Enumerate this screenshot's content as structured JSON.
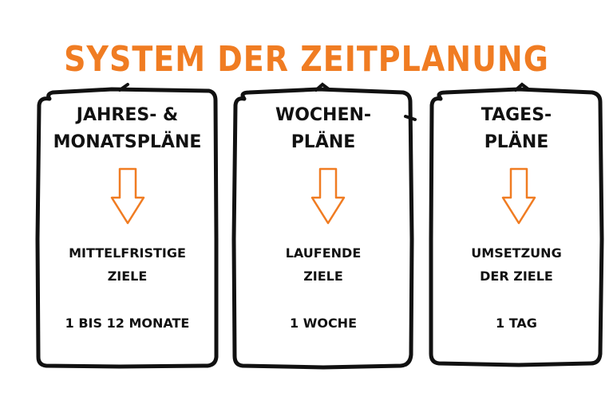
{
  "title": "SYSTEM DER ZEITPLANUNG",
  "colors": {
    "accent": "#f07c22",
    "ink": "#111111",
    "background": "#ffffff"
  },
  "panels": [
    {
      "heading_lines": [
        "JAHRES- &",
        "MONATSPLÄNE"
      ],
      "goal_lines": [
        "MITTELFRISTIGE",
        "ZIELE"
      ],
      "duration": "1 BIS 12 MONATE"
    },
    {
      "heading_lines": [
        "WOCHEN-",
        "PLÄNE"
      ],
      "goal_lines": [
        "LAUFENDE",
        "ZIELE"
      ],
      "duration": "1 WOCHE"
    },
    {
      "heading_lines": [
        "TAGES-",
        "PLÄNE"
      ],
      "goal_lines": [
        "UMSETZUNG",
        "DER ZIELE"
      ],
      "duration": "1 TAG"
    }
  ]
}
